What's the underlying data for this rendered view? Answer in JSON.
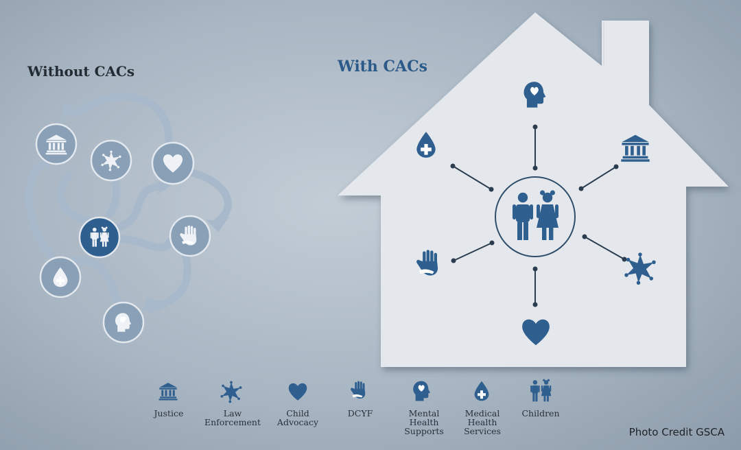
{
  "without_title": "Without CACs",
  "with_title": "With CACs",
  "legend": [
    {
      "icon": "justice-icon",
      "label": "Justice"
    },
    {
      "icon": "law-enforcement-icon",
      "label": "Law\nEnforcement"
    },
    {
      "icon": "child-advocacy-icon",
      "label": "Child\nAdvocacy"
    },
    {
      "icon": "dcyf-icon",
      "label": "DCYF"
    },
    {
      "icon": "mental-health-icon",
      "label": "Mental\nHealth\nSupports"
    },
    {
      "icon": "medical-services-icon",
      "label": "Medical\nHealth\nServices"
    },
    {
      "icon": "children-icon",
      "label": "Children"
    }
  ],
  "credit": "Photo Credit GSCA",
  "colors": {
    "icon_blue": "#2f5f8e",
    "circle_fill": "#8a9fb4",
    "house_fill": "#e4e8ec",
    "arrow_fill": "#a3b6c8"
  }
}
